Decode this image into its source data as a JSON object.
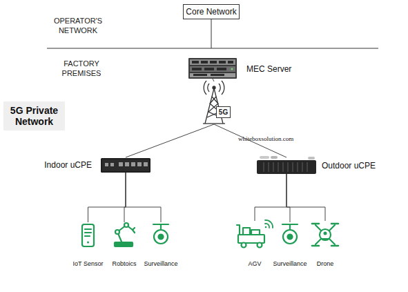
{
  "diagram": {
    "nodes": [
      {
        "text": [
          "Core Network"
        ]
      },
      {
        "text": [
          "MEC Server"
        ]
      },
      {
        "text": [
          "5G"
        ]
      },
      {
        "text": [
          "5G Private Network"
        ]
      },
      {
        "text": [
          "Indoor uCPE"
        ]
      },
      {
        "text": [
          "Outdoor uCPE"
        ]
      },
      {
        "text": [
          "IoT Sensor"
        ]
      },
      {
        "text": [
          "Robtoics"
        ]
      },
      {
        "text": [
          "Surveillance"
        ]
      },
      {
        "text": [
          "AGV"
        ]
      },
      {
        "text": [
          "Surveillance"
        ]
      },
      {
        "text": [
          "Drone"
        ]
      }
    ],
    "edges": [
      {
        "from": 1,
        "to": 2,
        "arrow": "none"
      },
      {
        "from": 2,
        "to": 4,
        "arrow": "none"
      },
      {
        "from": 2,
        "to": 5,
        "arrow": "none"
      },
      {
        "from": 4,
        "to": 6,
        "arrow": "none"
      },
      {
        "from": 4,
        "to": 7,
        "arrow": "none"
      },
      {
        "from": 4,
        "to": 8,
        "arrow": "none"
      },
      {
        "from": 5,
        "to": 9,
        "arrow": "none"
      },
      {
        "from": 5,
        "to": 10,
        "arrow": "none"
      },
      {
        "from": 5,
        "to": 11,
        "arrow": "none"
      }
    ],
    "labels": [
      "OPERATOR'S NETWORK",
      "FACTORY PREMISES",
      "whiteboxsolution.com"
    ]
  }
}
